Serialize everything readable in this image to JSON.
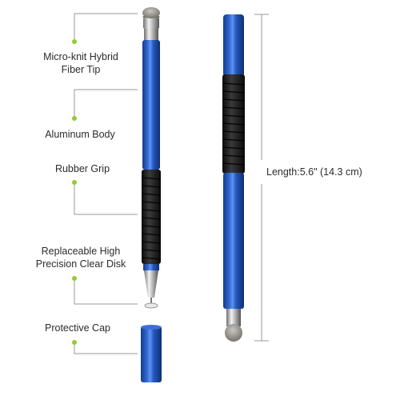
{
  "callouts": {
    "tip": {
      "line1": "Micro-knit Hybrid",
      "line2": "Fiber Tip"
    },
    "body": "Aluminum Body",
    "grip": "Rubber Grip",
    "disk": {
      "line1": "Replaceable High",
      "line2": "Precision Clear Disk"
    },
    "cap": "Protective Cap"
  },
  "dimension": {
    "length_label": "Length:5.6\" (14.3 cm)"
  },
  "colors": {
    "pen_blue": "#1f4fb0",
    "grip_black": "#1c1c1c",
    "bullet_green": "#8ed02a",
    "leader_line": "#9a9a9a",
    "chrome": "#b8b8b8",
    "fiber_tip": "#8a8a86"
  }
}
